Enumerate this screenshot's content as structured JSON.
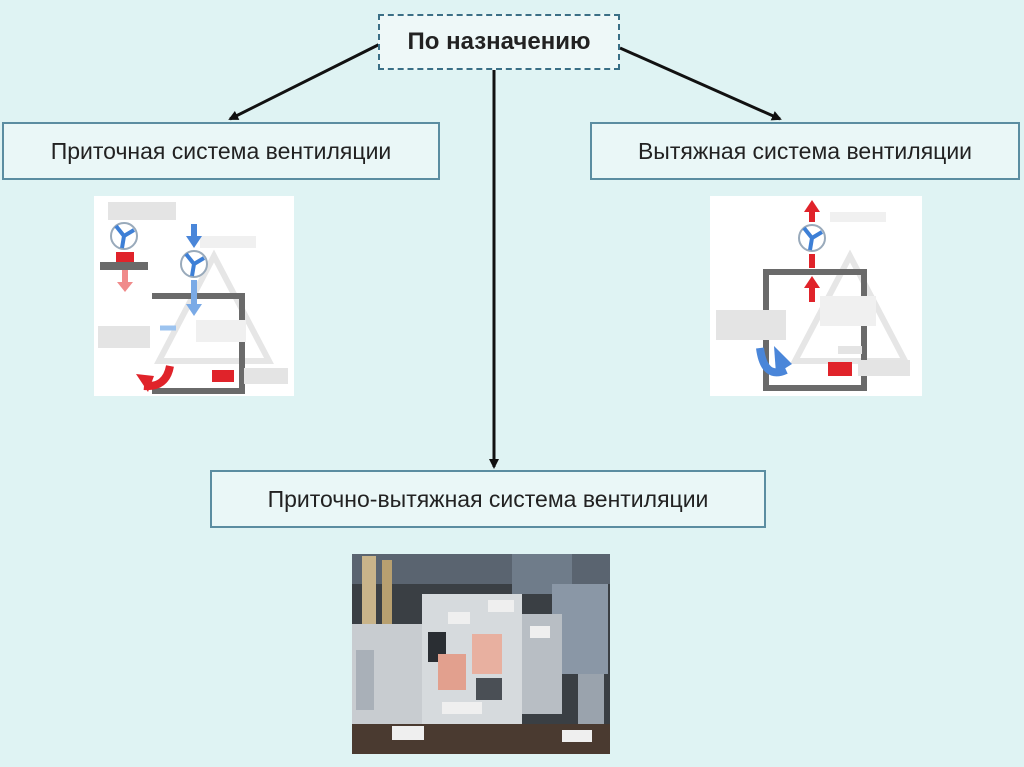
{
  "diagram": {
    "root": {
      "label": "По назначению"
    },
    "children": [
      {
        "id": "supply",
        "label": "Приточная система вентиляции"
      },
      {
        "id": "exhaust",
        "label": "Вытяжная система вентиляции"
      },
      {
        "id": "supply_exhaust",
        "label": "Приточно-вытяжная система вентиляции"
      }
    ],
    "edges": [
      {
        "from": "root",
        "to": "supply"
      },
      {
        "from": "root",
        "to": "exhaust"
      },
      {
        "from": "root",
        "to": "supply_exhaust"
      }
    ]
  },
  "images": {
    "supply": {
      "icon": "supply-ventilation-scheme"
    },
    "exhaust": {
      "icon": "exhaust-ventilation-scheme"
    },
    "supply_exhaust": {
      "icon": "ventilation-unit-photo"
    }
  },
  "colors": {
    "background": "#dff3f3",
    "box_border": "#5b8da1",
    "arrow": "#111111",
    "air_supply": "#4a86d9",
    "air_exhaust": "#e0232a"
  }
}
